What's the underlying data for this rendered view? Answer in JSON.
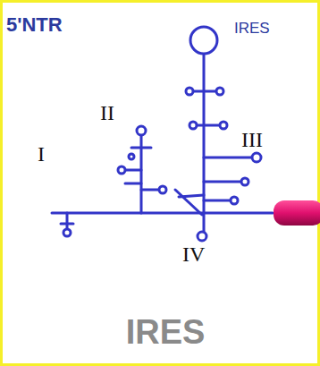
{
  "diagram": {
    "caption": "IRES",
    "labels": [
      "5'NTR",
      "IRES",
      "II",
      "III",
      "I",
      "IV"
    ]
  }
}
